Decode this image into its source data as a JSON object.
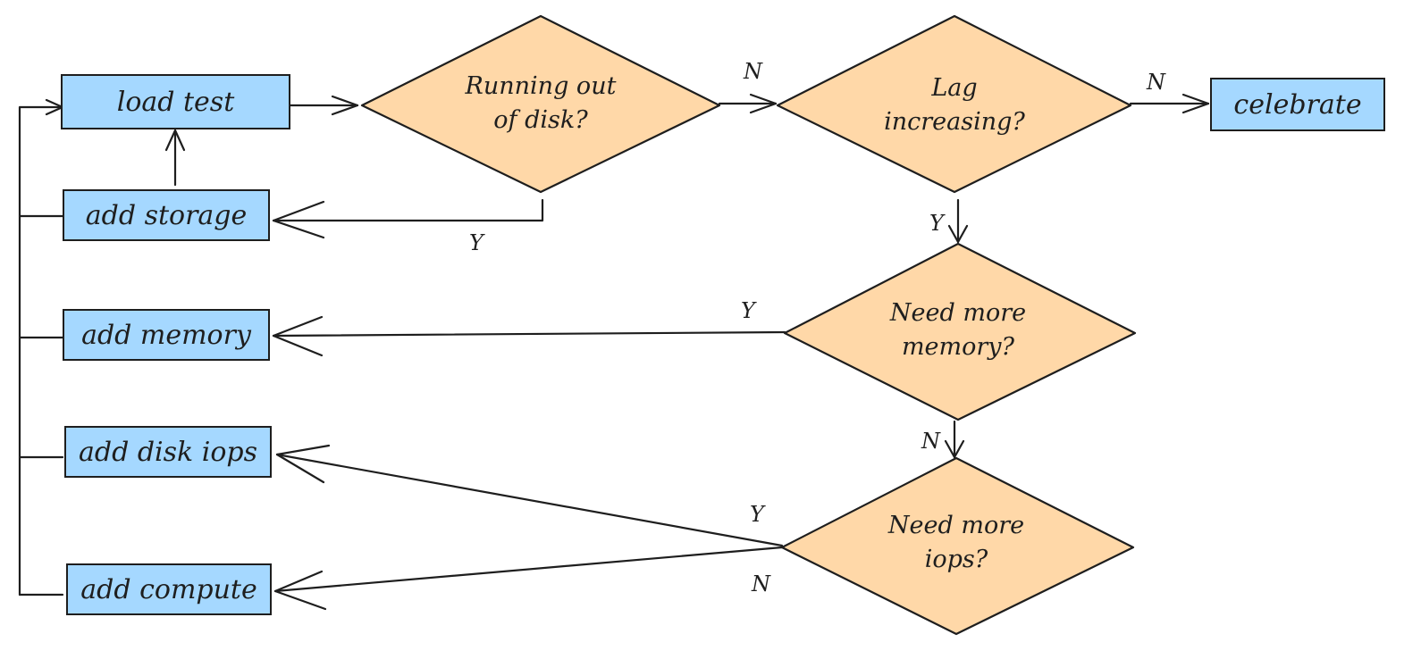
{
  "colors": {
    "process_fill": "#a5d8ff",
    "decision_fill": "#ffd8a8",
    "stroke": "#1e1e1e"
  },
  "nodes": {
    "load_test": "load test",
    "add_storage": "add storage",
    "add_memory": "add memory",
    "add_disk_iops": "add disk iops",
    "add_compute": "add compute",
    "celebrate": "celebrate"
  },
  "decisions": {
    "running_out_of_disk": "Running out\nof disk?",
    "lag_increasing": "Lag\nincreasing?",
    "need_more_memory": "Need more\nmemory?",
    "need_more_iops": "Need more\niops?"
  },
  "edge_labels": {
    "disk_no": "N",
    "disk_yes": "Y",
    "lag_no": "N",
    "lag_yes": "Y",
    "memory_yes": "Y",
    "memory_no": "N",
    "iops_yes": "Y",
    "iops_no": "N"
  }
}
